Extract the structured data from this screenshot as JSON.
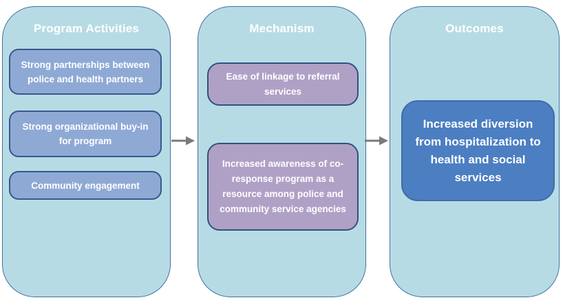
{
  "figure": {
    "columns": [
      {
        "title": "Program Activities",
        "boxes": [
          "Strong partnerships between police and health partners",
          "Strong organizational buy-in for program",
          "Community engagement"
        ]
      },
      {
        "title": "Mechanism",
        "boxes": [
          "Ease of linkage to referral services",
          "Increased awareness of co-response program as a resource among police and community service agencies"
        ]
      },
      {
        "title": "Outcomes",
        "boxes": [
          "Increased diversion from hospitalization to health and social services"
        ]
      }
    ],
    "colors": {
      "column_fill": "#B7DBE5",
      "column_border": "#41719C",
      "activity_box_fill": "#8FA9D5",
      "activity_box_border": "#37588C",
      "mechanism_box_fill": "#AFA1C6",
      "mechanism_box_border": "#31517E",
      "outcome_box_fill": "#4C7EC2",
      "outcome_box_border": "#3E6CA8",
      "arrow_color": "#7A7A7A",
      "text_color": "#FFFFFF"
    }
  }
}
